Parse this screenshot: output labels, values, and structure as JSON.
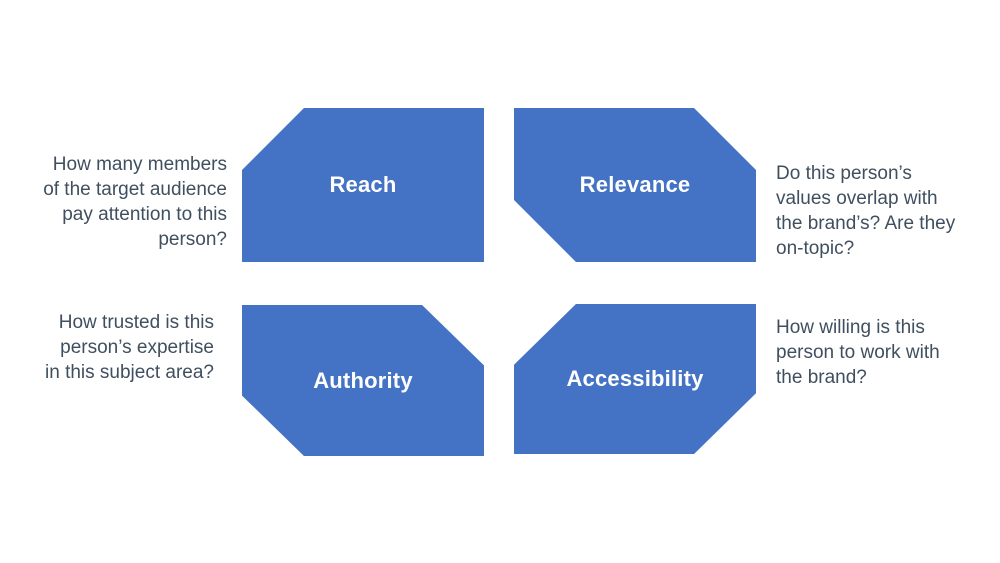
{
  "colors": {
    "shape_fill": "#4472c4",
    "shape_text": "#ffffff",
    "description_text": "#404f5f"
  },
  "quadrants": {
    "reach": {
      "label": "Reach",
      "description": [
        "How many members",
        "of the target audience",
        "pay attention to this",
        "person?"
      ]
    },
    "relevance": {
      "label": "Relevance",
      "description": [
        "Do this person’s",
        "values overlap with",
        "the brand’s? Are they",
        "on-topic?"
      ]
    },
    "authority": {
      "label": "Authority",
      "description": [
        "How trusted is this",
        "person’s expertise",
        "in this subject area?"
      ]
    },
    "accessibility": {
      "label": "Accessibility",
      "description": [
        "How willing is this",
        "person to work with",
        "the brand?"
      ]
    }
  }
}
